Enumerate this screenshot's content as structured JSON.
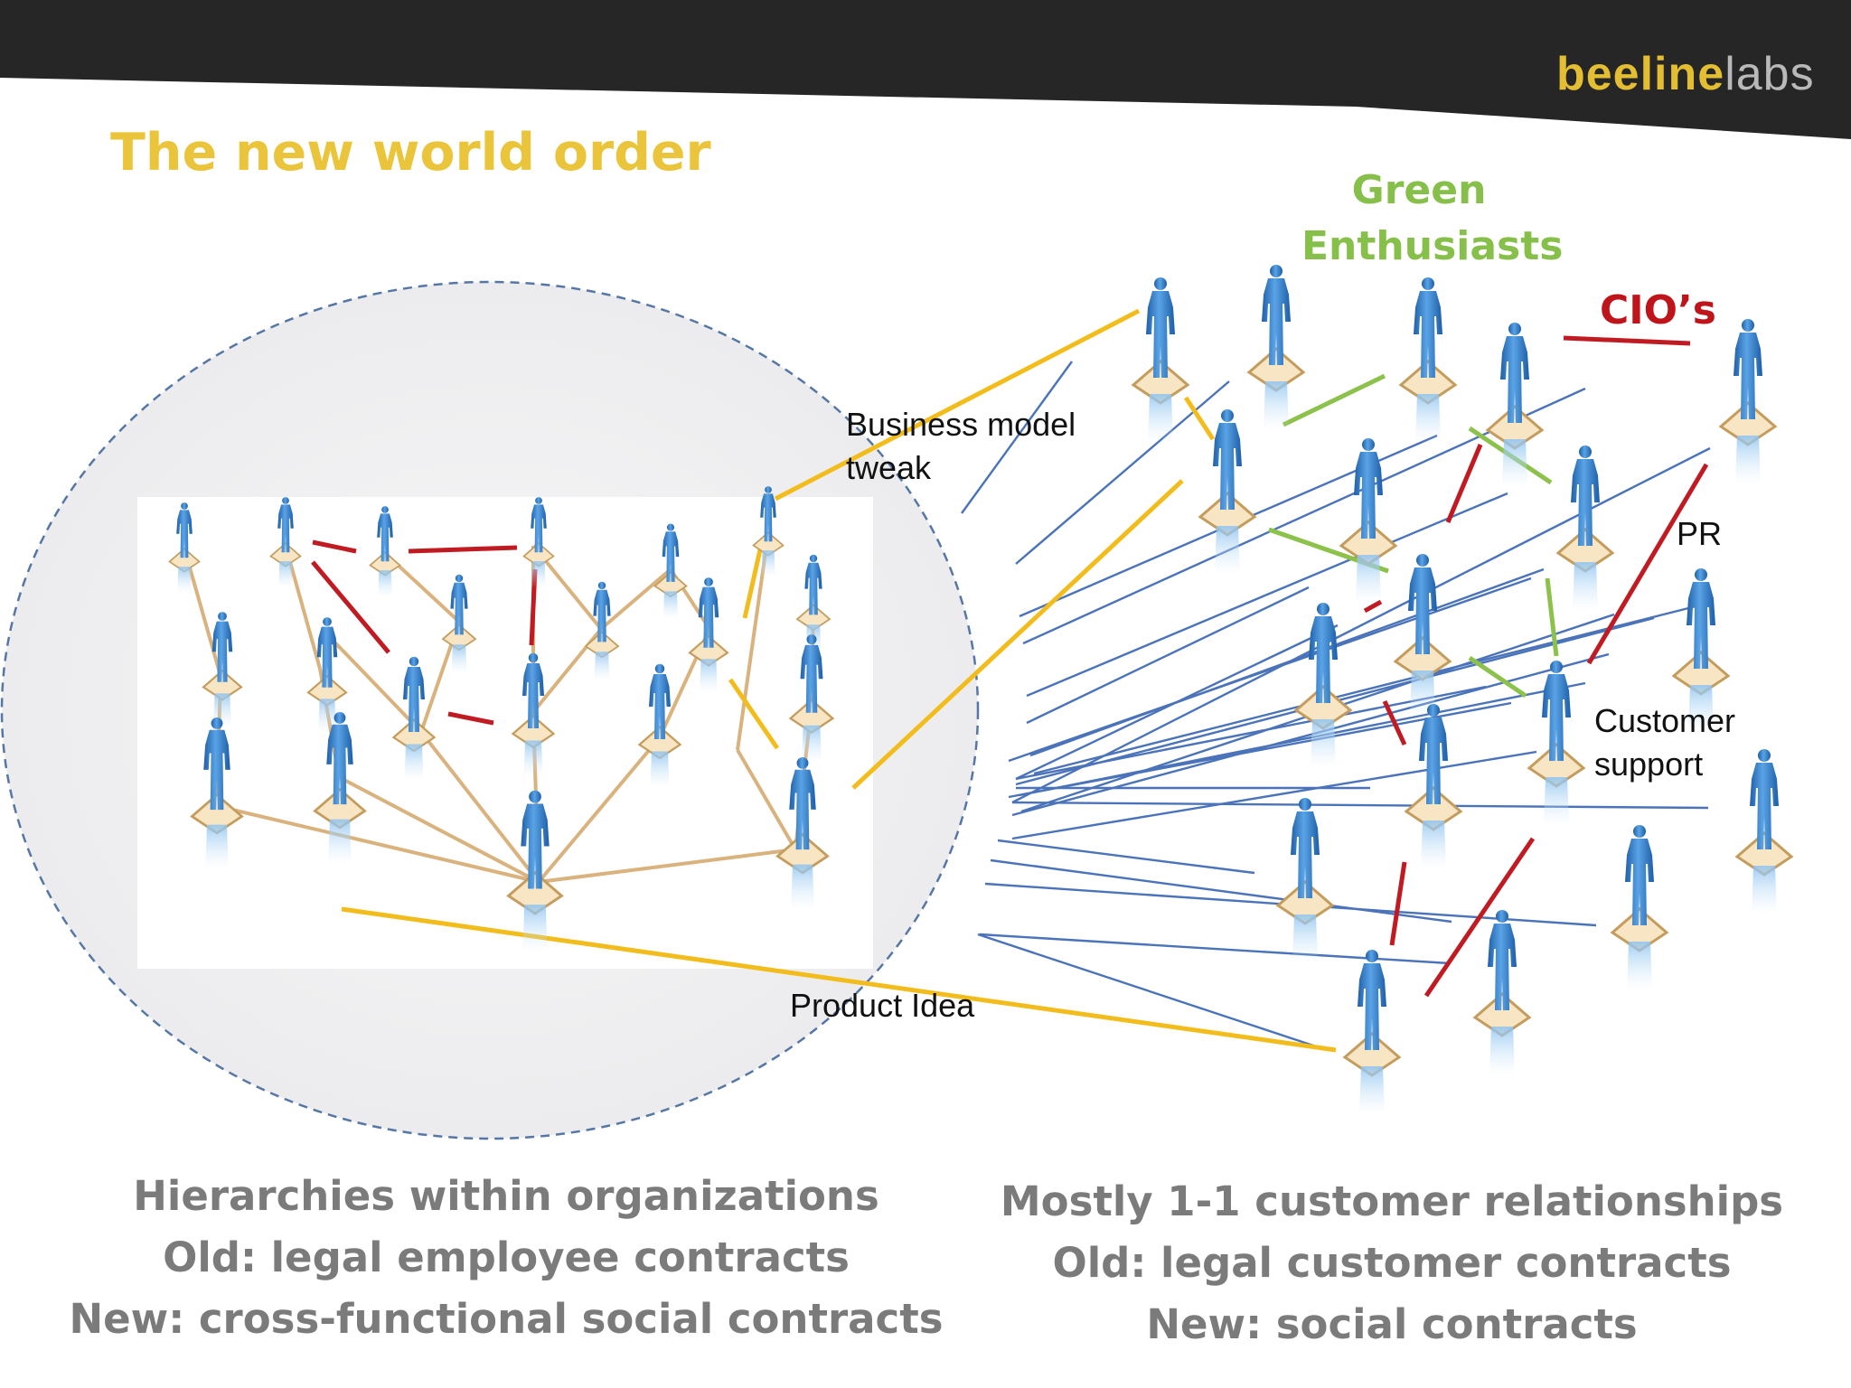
{
  "logo": {
    "part1": "beeline",
    "part2": "labs"
  },
  "title": "The new world order",
  "labels": {
    "green_enthusiasts": "Green Enthusiasts",
    "cios": "CIO’s",
    "business_model_tweak": "Business model tweak",
    "pr": "PR",
    "customer_support": "Customer support",
    "product_idea": "Product Idea"
  },
  "captions": {
    "left": [
      "Hierarchies within organizations",
      "Old: legal employee contracts",
      "New: cross-functional social contracts"
    ],
    "right": [
      "Mostly 1-1 customer relationships",
      "Old: legal customer contracts",
      "New: social contracts"
    ]
  },
  "colors": {
    "header": "#262626",
    "gold": "#f2bd1c",
    "blue_line": "#4a73b9",
    "green_line": "#8cc24b",
    "red_line": "#c01b22",
    "person": "#2f7fc9",
    "hierarchy_link": "#d9b27e"
  }
}
